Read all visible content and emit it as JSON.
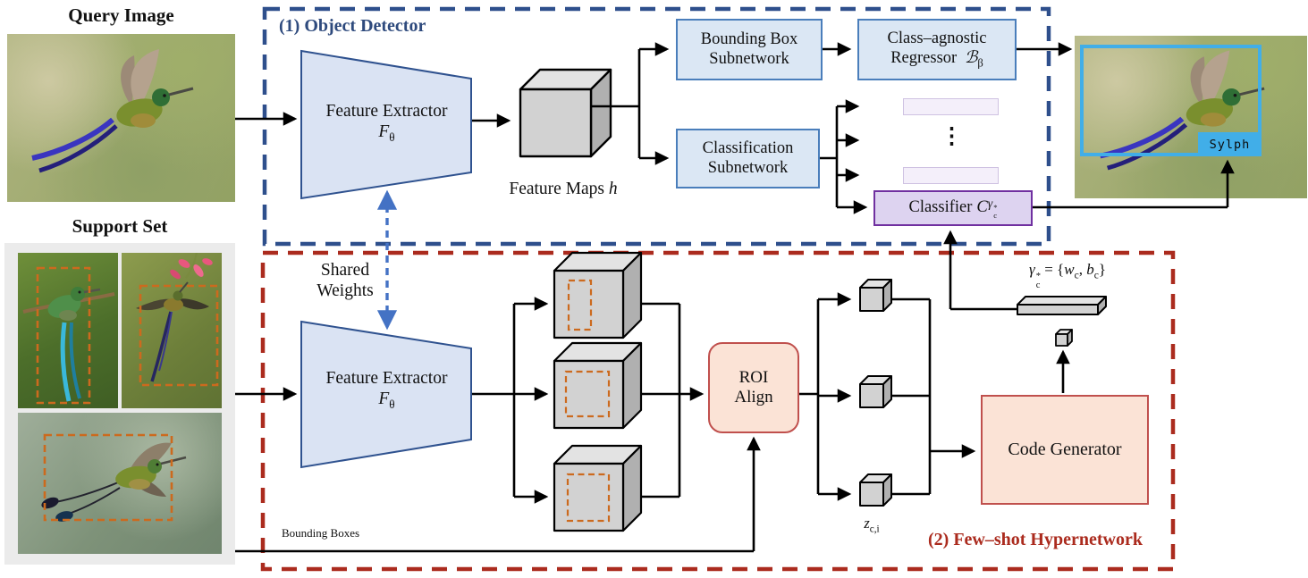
{
  "colors": {
    "detector_border": "#2e4f8c",
    "detector_label": "#2e4a7d",
    "hypernet_border": "#ab2b1e",
    "hypernet_label": "#ab2b1e",
    "blue_box_fill": "#dbe7f4",
    "blue_box_border": "#4a7ebb",
    "trapezoid_fill": "#dae3f3",
    "trapezoid_border": "#2f528f",
    "classifier_fill": "#ddd3f0",
    "classifier_border": "#7030a0",
    "code_bar_fill": "#f4effa",
    "code_bar_border": "#cfc2e2",
    "peach_fill": "#fbe3d6",
    "peach_border": "#c0504d",
    "orange_dashed_box": "#cc6a1e",
    "output_bbox_blue": "#41aee8",
    "shared_weights_arrow": "#4472c4",
    "cube_top": "#e3e3e3",
    "cube_front": "#d2d2d2",
    "cube_side": "#b0b0b0"
  },
  "left_column": {
    "query_title": "Query Image",
    "support_title": "Support Set"
  },
  "detector_region": {
    "label": "(1) Object Detector",
    "feature_extractor": {
      "line1": "Feature Extractor",
      "symbol": "F",
      "subscript": "θ"
    },
    "feature_maps_label": {
      "text": "Feature Maps",
      "symbol": "h"
    },
    "bounding_box_subnetwork": {
      "line1": "Bounding Box",
      "line2": "Subnetwork"
    },
    "class_agnostic_regressor": {
      "line1": "Class–agnostic",
      "line2": "Regressor",
      "symbol": "ℬ",
      "subscript": "β"
    },
    "classification_subnetwork": {
      "line1": "Classification",
      "line2": "Subnetwork"
    },
    "ellipsis": "⋮",
    "classifier": {
      "label": "Classifier",
      "symbol": "C",
      "sub_gamma": "γ",
      "sub_sup": "*",
      "sub_sub": "c"
    }
  },
  "hypernetwork_region": {
    "label": "(2) Few–shot Hypernetwork",
    "shared_weights": {
      "line1": "Shared",
      "line2": "Weights"
    },
    "feature_extractor": {
      "line1": "Feature Extractor",
      "symbol": "F",
      "subscript": "θ"
    },
    "roi_align": {
      "line1": "ROI",
      "line2": "Align"
    },
    "code_generator": "Code Generator",
    "bounding_boxes_label": "Bounding Boxes",
    "z_label": {
      "symbol": "z",
      "subscript": "c,i"
    },
    "gamma_equation": {
      "gamma": "γ",
      "sup": "*",
      "sub": "c",
      "equals": " = ",
      "open": "{",
      "w": "w",
      "w_sub": "c",
      "comma": ", ",
      "b": "b",
      "b_sub": "c",
      "close": "}"
    }
  },
  "output": {
    "class_label": "Sylph"
  }
}
